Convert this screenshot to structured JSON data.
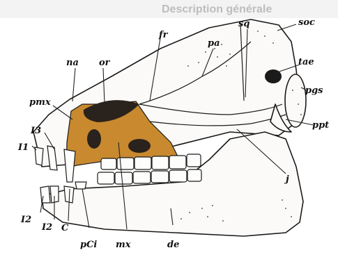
{
  "header": {
    "text": "Description générale"
  },
  "colors": {
    "maxilla_fill": "#c8892f",
    "header_band": "#7a7a7a",
    "ink": "#111111"
  },
  "labels": {
    "soc": "soc",
    "pa": "pa",
    "sq": "sq",
    "fr": "fr",
    "na": "na",
    "or": "or",
    "tae": "tae",
    "pgs": "pgs",
    "pmx": "pmx",
    "ppt": "ppt",
    "I3": "I3",
    "I1": "I1",
    "j": "j",
    "I2a": "I2",
    "I2b": "I2",
    "C": "C",
    "pCi": "pCi",
    "mx": "mx",
    "de": "de"
  }
}
